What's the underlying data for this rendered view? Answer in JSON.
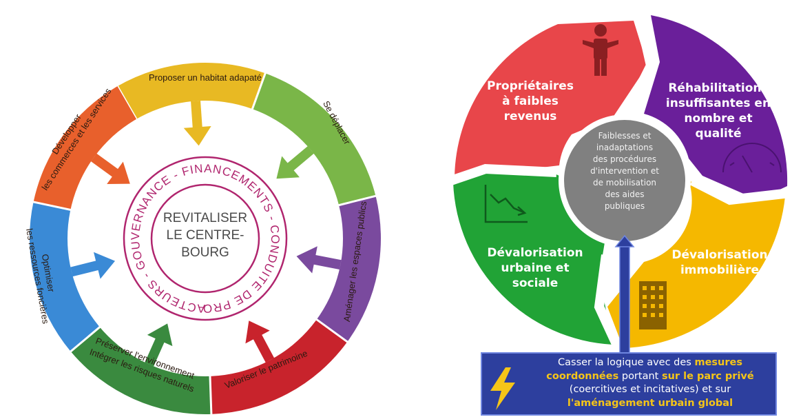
{
  "left_diagram": {
    "center_title": [
      "REVITALISER",
      "LE CENTRE-",
      "BOURG"
    ],
    "ring_text": "ACTEURS - GOUVERNANCE - FINANCEMENTS - CONDUITE DE PROJET -",
    "segments": [
      {
        "label": "Proposer un habitat adapaté",
        "color": "#e8b923"
      },
      {
        "label": "Se déplacer",
        "color": "#7ab648"
      },
      {
        "label": "Aménager les espaces publics",
        "color": "#7a4a9e"
      },
      {
        "label": "Valoriser le patrimoine",
        "color": "#c8232c"
      },
      {
        "label": "Préserver l'environnement / Intégrer les risques naturels",
        "color": "#3a8a3f"
      },
      {
        "label": "Optimiser les ressources foncières",
        "color": "#3a8ad6"
      },
      {
        "label": "Développer les commerces et les services",
        "color": "#e8602c"
      }
    ]
  },
  "right_diagram": {
    "hub_text": [
      "Faiblesses et",
      "inadaptations",
      "des procédures",
      "d'intervention et",
      "de mobilisation",
      "des aides",
      "publiques"
    ],
    "segments": [
      {
        "lines": [
          "Propriétaires",
          "à faibles",
          "revenus"
        ],
        "color": "#e8464a"
      },
      {
        "lines": [
          "Réhabilitations",
          "insuffisantes en",
          "nombre et",
          "qualité"
        ],
        "color": "#6a1f9a"
      },
      {
        "lines": [
          "Dévalorisation",
          "immobilière"
        ],
        "color": "#f5b800"
      },
      {
        "lines": [
          "Dévalorisation",
          "urbaine et",
          "sociale"
        ],
        "color": "#21a336"
      }
    ],
    "banner": {
      "parts": [
        {
          "text": "Casser la logique avec des ",
          "hl": false
        },
        {
          "text": "mesures coordonnées",
          "hl": true
        },
        {
          "text": " portant ",
          "hl": false
        },
        {
          "text": "sur le parc privé",
          "hl": true
        },
        {
          "text": " (coercitives et incitatives) et sur ",
          "hl": false
        },
        {
          "text": "l'aménagement urbain global",
          "hl": true
        }
      ]
    }
  }
}
